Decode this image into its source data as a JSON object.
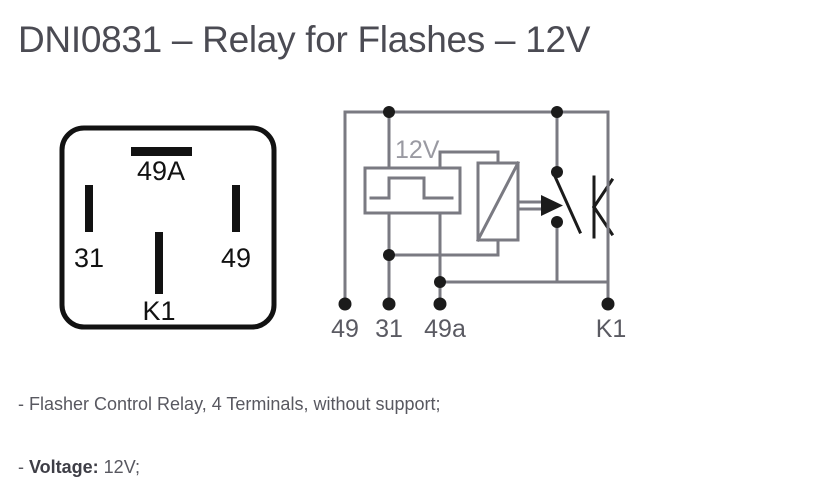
{
  "page": {
    "title": "DNI0831 – Relay for Flashes – 12V",
    "background_color": "#ffffff",
    "title_color": "#4b4b53",
    "text_color": "#585860",
    "diagram_line_color": "#7a7a82",
    "relay_outline_color": "#111111"
  },
  "relay_pinout": {
    "caption": "relay-terminal-pinout",
    "terminals": [
      {
        "id": "top",
        "label": "49A",
        "orientation": "horizontal"
      },
      {
        "id": "left",
        "label": "31",
        "orientation": "vertical"
      },
      {
        "id": "right",
        "label": "49",
        "orientation": "vertical"
      },
      {
        "id": "bottom",
        "label": "K1",
        "orientation": "vertical"
      }
    ]
  },
  "schematic": {
    "caption": "relay-internal-schematic",
    "voltage_label": "12V",
    "contact_label": "K",
    "terminal_labels": [
      {
        "id": "t-49",
        "label": "49"
      },
      {
        "id": "t-31",
        "label": "31"
      },
      {
        "id": "t-49a",
        "label": "49a"
      },
      {
        "id": "t-k1",
        "label": "K1"
      }
    ],
    "components": [
      {
        "id": "pulse-generator",
        "symbol": "square-wave-box"
      },
      {
        "id": "relay-coil",
        "symbol": "coil-diagonal-box"
      },
      {
        "id": "switch-contact",
        "symbol": "arrow-lever-contact"
      }
    ]
  },
  "description": {
    "line1_prefix": "- ",
    "line1": "Flasher Control Relay, 4 Terminals, without support;",
    "line2_prefix": "- ",
    "line2_label": "Voltage:",
    "line2_value": " 12V;"
  }
}
